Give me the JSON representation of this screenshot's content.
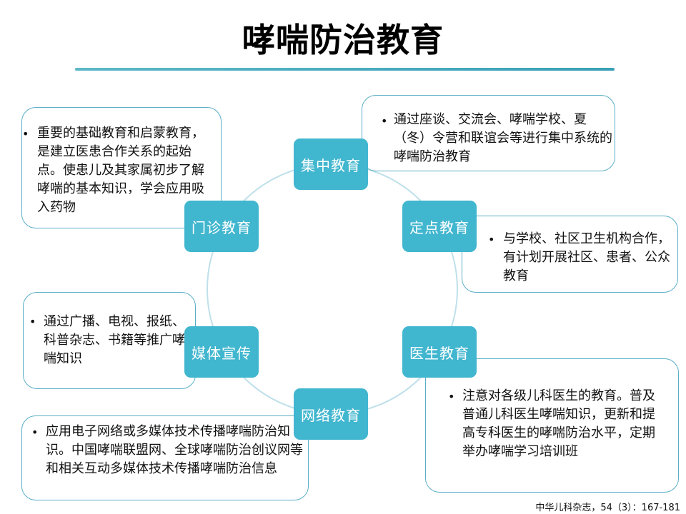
{
  "title": "哮喘防治教育",
  "nodes": {
    "center": "集中教育",
    "fixed": "定点教育",
    "doctor": "医生教育",
    "network": "网络教育",
    "media": "媒体宣传",
    "clinic": "门诊教育"
  },
  "callouts": {
    "center": "通过座谈、交流会、哮喘学校、夏（冬）令营和联谊会等进行集中系统的哮喘防治教育",
    "fixed": "与学校、社区卫生机构合作，有计划开展社区、患者、公众教育",
    "doctor": "注意对各级儿科医生的教育。普及普通儿科医生哮喘知识，更新和提高专科医生的哮喘防治水平，定期举办哮喘学习培训班",
    "network": "应用电子网络或多媒体技术传播哮喘防治知识。中国哮喘联盟网、全球哮喘防治创议网等和相关互动多媒体技术传播哮喘防治信息",
    "media": "通过广播、电视、报纸、科普杂志、书籍等推广哮喘知识",
    "clinic": "重要的基础教育和启蒙教育，是建立医患合作关系的起始点。使患儿及其家属初步了解哮喘的基本知识，学会应用吸入药物"
  },
  "bullet": "•",
  "footer": "中华儿科杂志，54（3）：167-181",
  "colors": {
    "node": "#41b6cf",
    "border": "#5aaec6",
    "ring": "#bfe0ea",
    "rule": "#4aaec2"
  }
}
